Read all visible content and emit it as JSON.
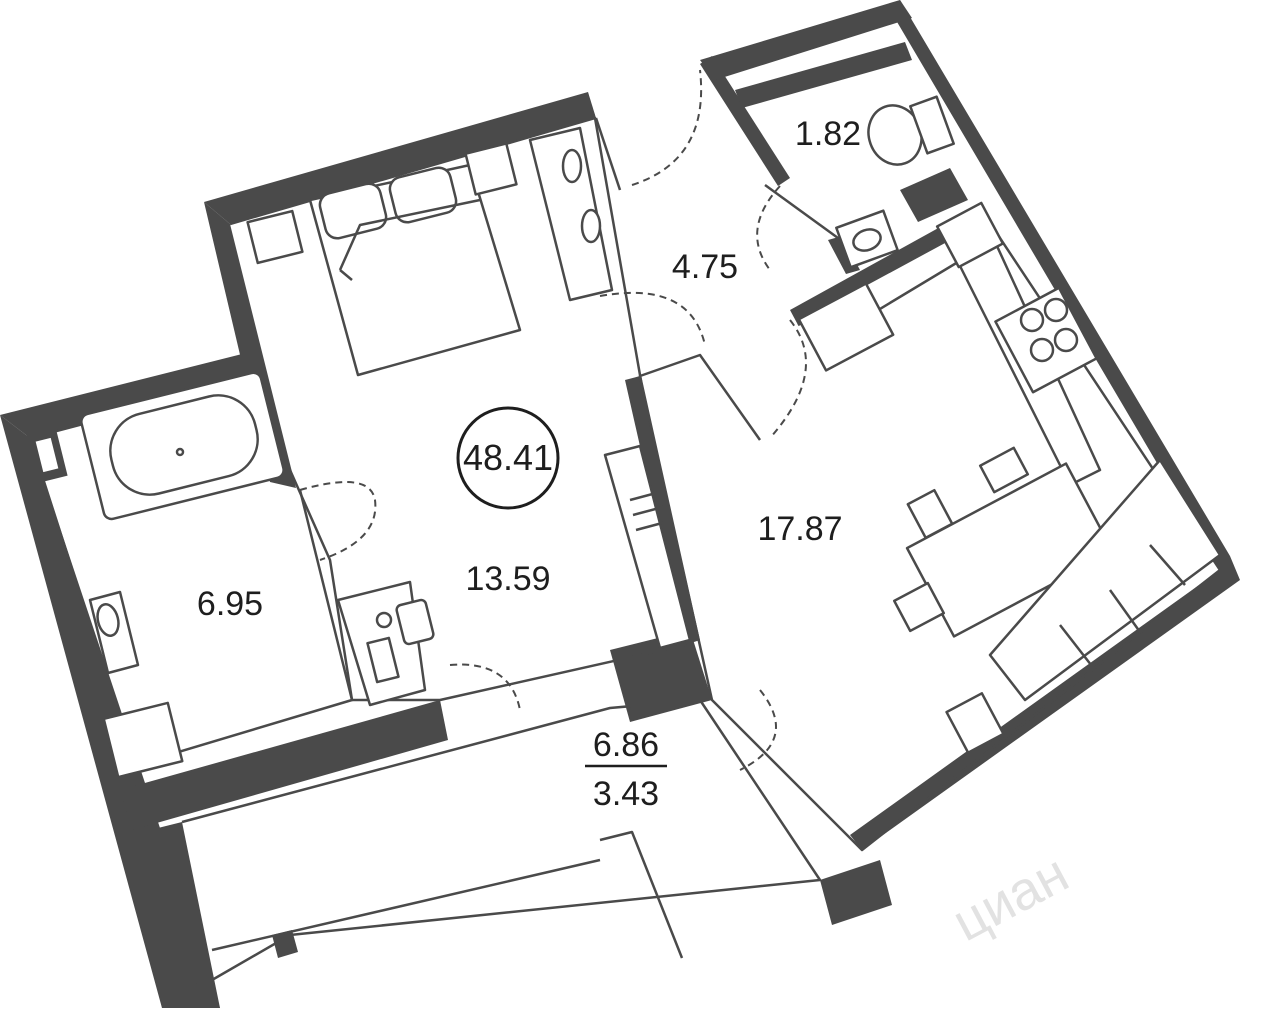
{
  "total_area": "48.41",
  "rooms": {
    "bedroom": "13.59",
    "bathroom": "6.95",
    "hallway": "4.75",
    "wc": "1.82",
    "kitchen": "17.87",
    "balcony_full": "6.86",
    "balcony_reduced": "3.43"
  },
  "watermark": "циан"
}
